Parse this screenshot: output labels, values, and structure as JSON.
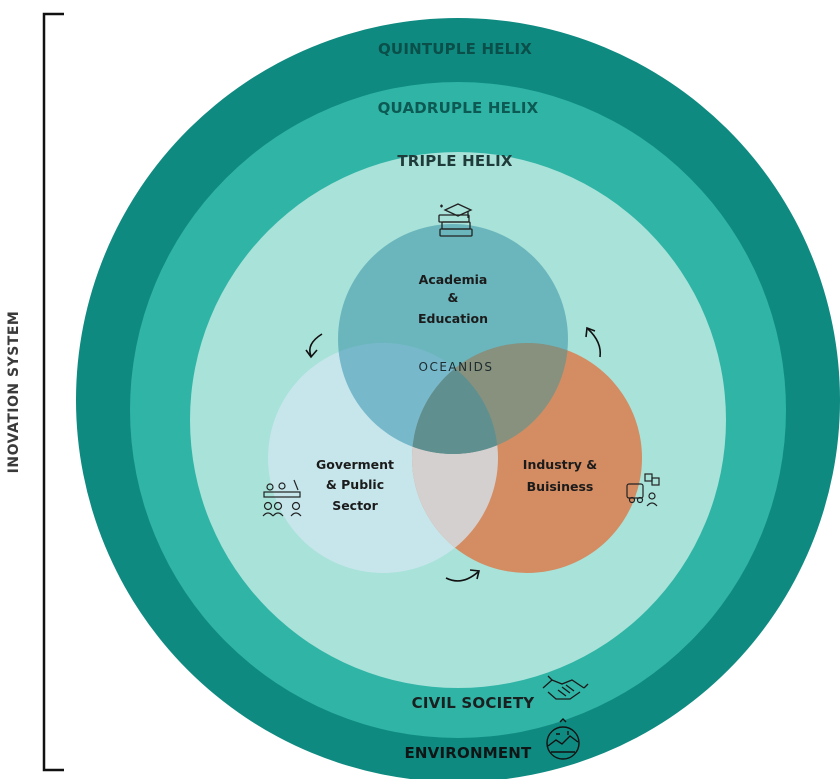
{
  "side_label": "INOVATION SYSTEM",
  "rings": {
    "quintuple": "QUINTUPLE HELIX",
    "quadruple": "QUADRUPLE HELIX",
    "triple": "TRIPLE HELIX"
  },
  "bottom_labels": {
    "civil_society": "CIVIL SOCIETY",
    "environment": "ENVIRONMENT"
  },
  "center_logo": "OCEANIDS",
  "circles": {
    "academia": [
      "Academia",
      "&",
      "Education"
    ],
    "government": [
      "Goverment",
      "& Public",
      "Sector"
    ],
    "industry": [
      "Industry &",
      "Buisiness"
    ]
  },
  "colors": {
    "outer_ring": "#0f8a80",
    "middle_ring": "#2fb4a6",
    "inner_disc": "#a8e2d9",
    "academia": "#5aa9b5",
    "government": "#c9e6ee",
    "industry": "#d6875c"
  },
  "icons": [
    "education-books-icon",
    "government-meeting-icon",
    "industry-delivery-icon",
    "handshake-icon",
    "globe-environment-icon",
    "cycle-arrow-icon"
  ]
}
